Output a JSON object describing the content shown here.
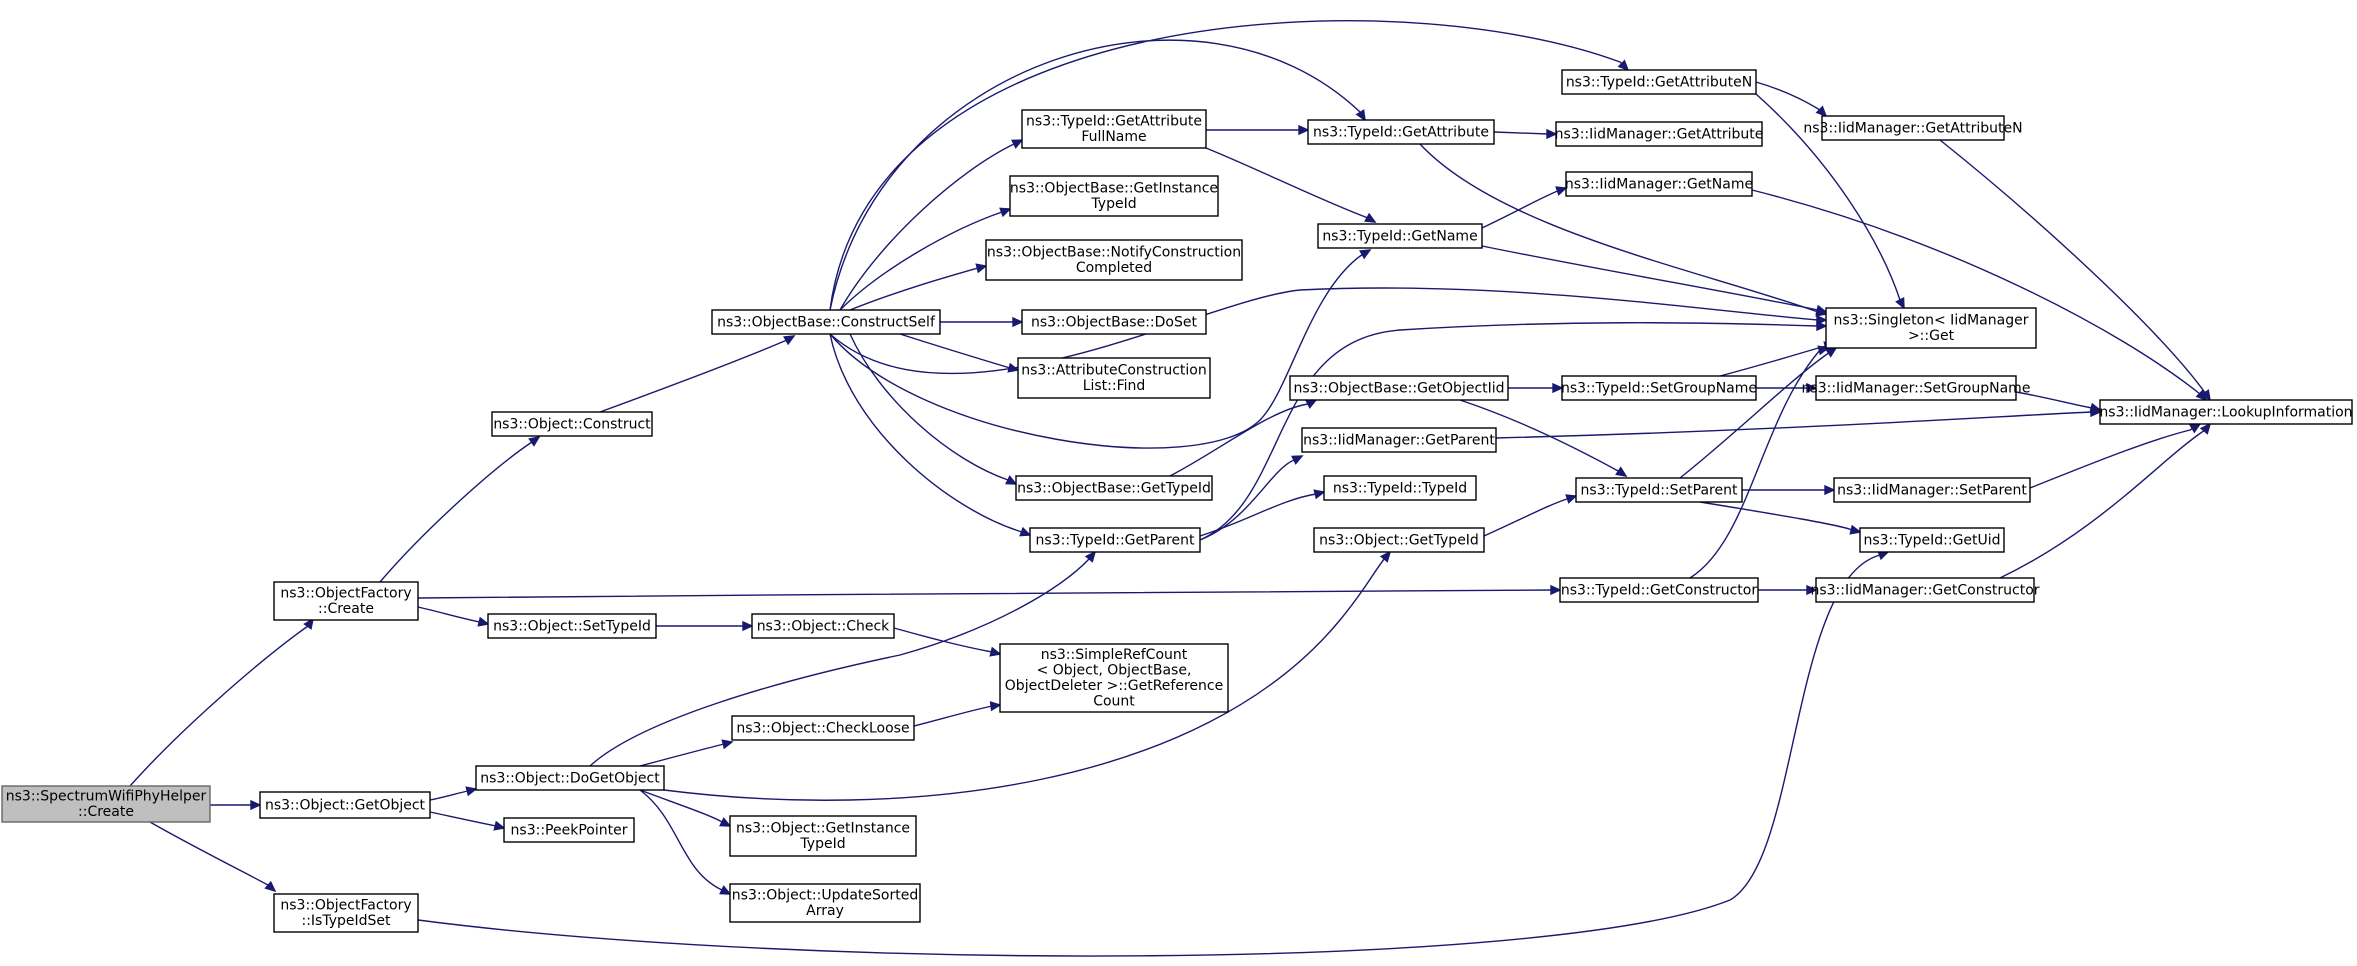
{
  "graph": {
    "edge_color": "#191970",
    "root_fill": "#bfbfbf",
    "nodes": [
      {
        "id": "root",
        "lines": [
          "ns3::SpectrumWifiPhyHelper",
          "::Create"
        ],
        "root": true
      },
      {
        "id": "of_create",
        "lines": [
          "ns3::ObjectFactory",
          "::Create"
        ]
      },
      {
        "id": "obj_getobject",
        "lines": [
          "ns3::Object::GetObject"
        ]
      },
      {
        "id": "of_istypeidset",
        "lines": [
          "ns3::ObjectFactory",
          "::IsTypeIdSet"
        ]
      },
      {
        "id": "obj_construct",
        "lines": [
          "ns3::Object::Construct"
        ]
      },
      {
        "id": "obj_settypeid",
        "lines": [
          "ns3::Object::SetTypeId"
        ]
      },
      {
        "id": "obj_dogetobject",
        "lines": [
          "ns3::Object::DoGetObject"
        ]
      },
      {
        "id": "peekpointer",
        "lines": [
          "ns3::PeekPointer"
        ]
      },
      {
        "id": "ob_constructself",
        "lines": [
          "ns3::ObjectBase::ConstructSelf"
        ]
      },
      {
        "id": "obj_check",
        "lines": [
          "ns3::Object::Check"
        ]
      },
      {
        "id": "obj_checkloose",
        "lines": [
          "ns3::Object::CheckLoose"
        ]
      },
      {
        "id": "obj_getinstancetypeid",
        "lines": [
          "ns3::Object::GetInstance",
          "TypeId"
        ]
      },
      {
        "id": "obj_updatesorted",
        "lines": [
          "ns3::Object::UpdateSorted",
          "Array"
        ]
      },
      {
        "id": "tid_getattrfullname",
        "lines": [
          "ns3::TypeId::GetAttribute",
          "FullName"
        ]
      },
      {
        "id": "ob_getinstancetypeid",
        "lines": [
          "ns3::ObjectBase::GetInstance",
          "TypeId"
        ]
      },
      {
        "id": "ob_notifyconstruction",
        "lines": [
          "ns3::ObjectBase::NotifyConstruction",
          "Completed"
        ]
      },
      {
        "id": "ob_doset",
        "lines": [
          "ns3::ObjectBase::DoSet"
        ]
      },
      {
        "id": "acl_find",
        "lines": [
          "ns3::AttributeConstruction",
          "List::Find"
        ]
      },
      {
        "id": "ob_gettypeid",
        "lines": [
          "ns3::ObjectBase::GetTypeId"
        ]
      },
      {
        "id": "tid_getparent",
        "lines": [
          "ns3::TypeId::GetParent"
        ]
      },
      {
        "id": "srefcount",
        "lines": [
          "ns3::SimpleRefCount",
          "< Object, ObjectBase,",
          "ObjectDeleter >::GetReference",
          "Count"
        ]
      },
      {
        "id": "tid_getattribute",
        "lines": [
          "ns3::TypeId::GetAttribute"
        ]
      },
      {
        "id": "tid_getname",
        "lines": [
          "ns3::TypeId::GetName"
        ]
      },
      {
        "id": "ob_getobjectiid",
        "lines": [
          "ns3::ObjectBase::GetObjectIid"
        ]
      },
      {
        "id": "iid_getparent",
        "lines": [
          "ns3::IidManager::GetParent"
        ]
      },
      {
        "id": "tid_typeid",
        "lines": [
          "ns3::TypeId::TypeId"
        ]
      },
      {
        "id": "obj_gettypeid",
        "lines": [
          "ns3::Object::GetTypeId"
        ]
      },
      {
        "id": "tid_getattributen",
        "lines": [
          "ns3::TypeId::GetAttributeN"
        ]
      },
      {
        "id": "iid_getattribute",
        "lines": [
          "ns3::IidManager::GetAttribute"
        ]
      },
      {
        "id": "iid_getname",
        "lines": [
          "ns3::IidManager::GetName"
        ]
      },
      {
        "id": "tid_setgroupname",
        "lines": [
          "ns3::TypeId::SetGroupName"
        ]
      },
      {
        "id": "tid_setparent",
        "lines": [
          "ns3::TypeId::SetParent"
        ]
      },
      {
        "id": "tid_getconstructor",
        "lines": [
          "ns3::TypeId::GetConstructor"
        ]
      },
      {
        "id": "iid_getattributen",
        "lines": [
          "ns3::IidManager::GetAttributeN"
        ]
      },
      {
        "id": "singleton_get",
        "lines": [
          "ns3::Singleton< IidManager",
          ">::Get"
        ]
      },
      {
        "id": "iid_setgroupname",
        "lines": [
          "ns3::IidManager::SetGroupName"
        ]
      },
      {
        "id": "iid_setparent",
        "lines": [
          "ns3::IidManager::SetParent"
        ]
      },
      {
        "id": "tid_getuid",
        "lines": [
          "ns3::TypeId::GetUid"
        ]
      },
      {
        "id": "iid_getconstructor",
        "lines": [
          "ns3::IidManager::GetConstructor"
        ]
      },
      {
        "id": "iid_lookupinfo",
        "lines": [
          "ns3::IidManager::LookupInformation"
        ]
      }
    ]
  }
}
